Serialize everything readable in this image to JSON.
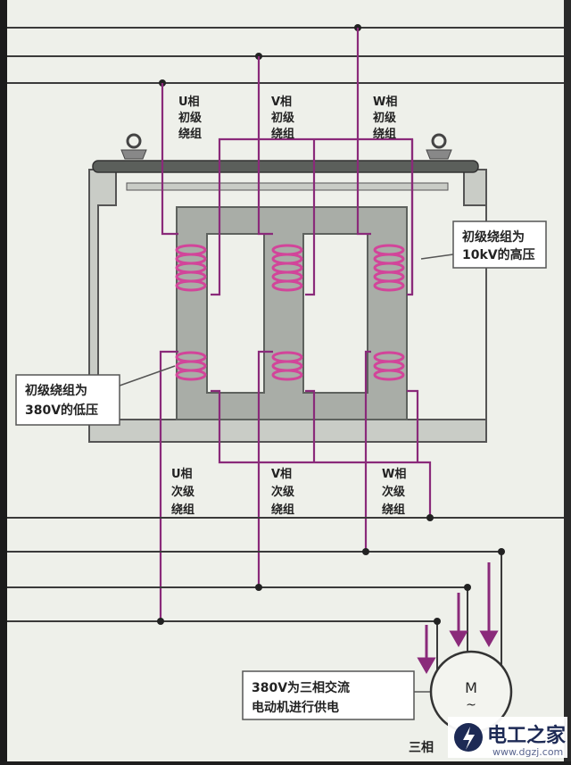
{
  "labels": {
    "u_primary": [
      "U相",
      "初级",
      "绕组"
    ],
    "v_primary": [
      "V相",
      "初级",
      "绕组"
    ],
    "w_primary": [
      "W相",
      "初级",
      "绕组"
    ],
    "u_secondary": [
      "U相",
      "次级",
      "绕组"
    ],
    "v_secondary": [
      "V相",
      "次级",
      "绕组"
    ],
    "w_secondary": [
      "W相",
      "次级",
      "绕组"
    ]
  },
  "callouts": {
    "high_voltage": [
      "初级绕组为",
      "10kV的高压"
    ],
    "low_voltage": [
      "初级绕组为",
      "380V的低压"
    ],
    "motor_supply": [
      "380V为三相交流",
      "电动机进行供电"
    ]
  },
  "motor": {
    "symbol": "M",
    "tilde": "~"
  },
  "bottom_text": "三相",
  "watermark": {
    "brand": "电工之家",
    "url": "www.dgzj.com"
  },
  "colors": {
    "wire": "#8a2a7a",
    "coil": "#d2459a",
    "core": "#a9ada7",
    "bus": "#3a3a3a",
    "paper": "#eef0ea"
  }
}
